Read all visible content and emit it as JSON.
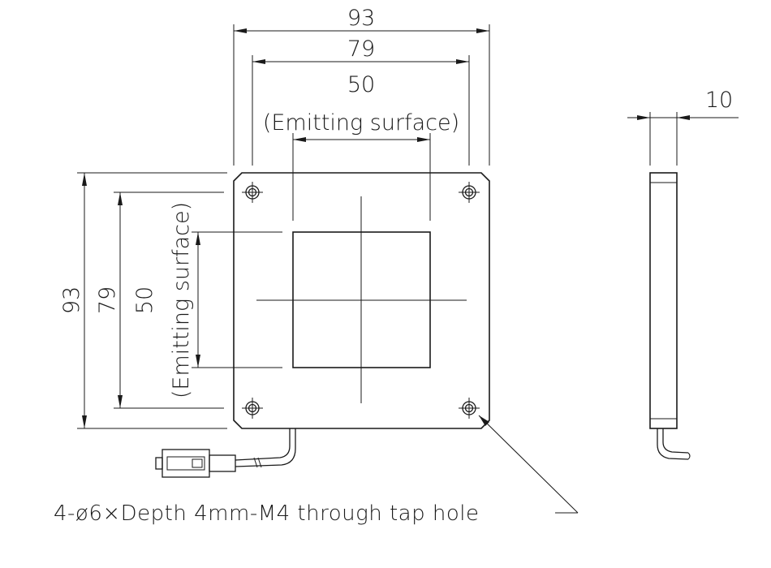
{
  "dimensions": {
    "top_overall": "93",
    "top_hole_pitch": "79",
    "top_emitting": "50",
    "top_emitting_note": "(Emitting surface)",
    "left_overall": "93",
    "left_hole_pitch": "79",
    "left_emitting": "50",
    "left_emitting_note": "(Emitting surface)",
    "side_thickness": "10"
  },
  "note": {
    "hole_callout": "4-ø6×Depth 4mm-M4 through tap hole"
  },
  "colors": {
    "line": "#1a1a1a",
    "background": "#ffffff"
  }
}
